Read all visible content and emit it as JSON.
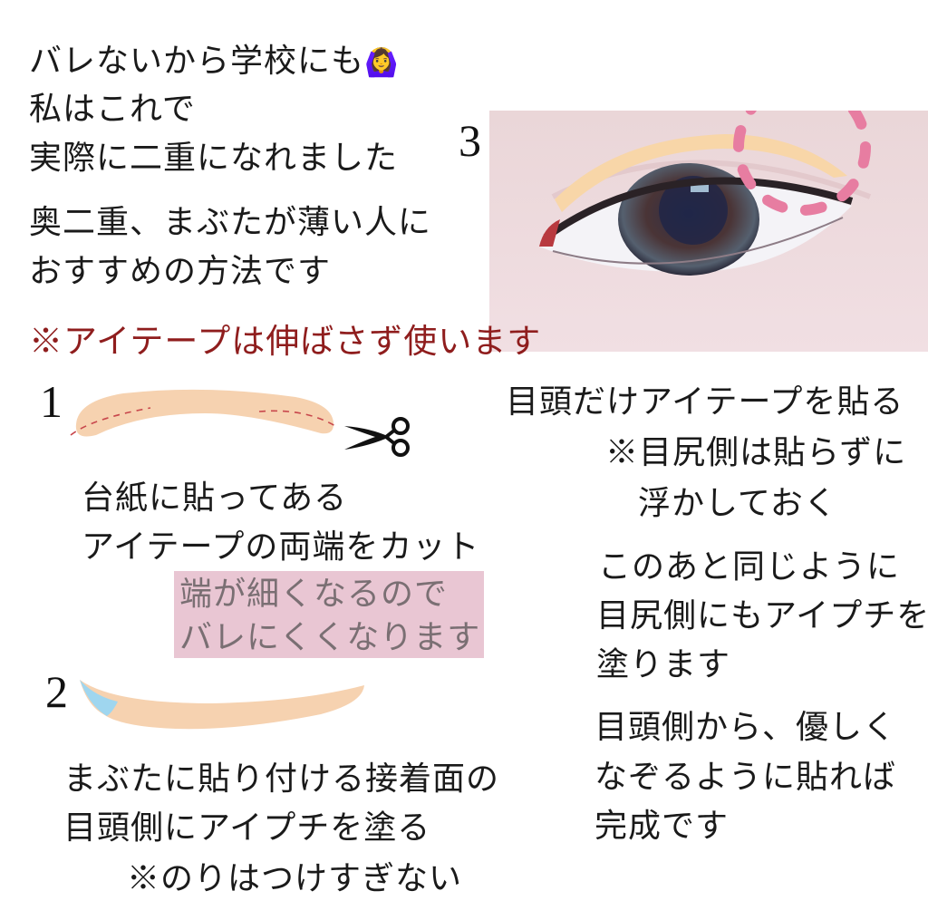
{
  "intro": {
    "lines": [
      "バレないから学校にも",
      "私はこれで",
      "実際に二重になれました"
    ],
    "emoji": "🙆‍♀️",
    "target_lines": [
      "奥二重、まぶたが薄い人に",
      "おすすめの方法です"
    ],
    "warning": "※アイテープは伸ばさず使います"
  },
  "step1": {
    "number": "1",
    "lines": [
      "台紙に貼ってある",
      "アイテープの両端をカット"
    ],
    "note_lines": [
      "端が細くなるので",
      "バレにくくなります"
    ],
    "icon": "scissors-icon"
  },
  "step2": {
    "number": "2",
    "lines": [
      "まぶたに貼り付ける接着面の",
      "目頭側にアイプチを塗る"
    ],
    "note": "※のりはつけすぎない"
  },
  "step3": {
    "number": "3",
    "lines": [
      "目頭だけアイテープを貼る"
    ],
    "note_lines": [
      "※目尻側は貼らずに",
      "浮かしておく"
    ],
    "follow_lines": [
      "このあと同じように",
      "目尻側にもアイプチを",
      "塗ります"
    ],
    "final_lines": [
      "目頭側から、優しく",
      "なぞるように貼れば",
      "完成です"
    ]
  },
  "colors": {
    "warning": "#8f1d1d",
    "tape": "#f6d2b0",
    "glue": "#9fd6ef",
    "highlight_box": "#e9c6d3",
    "dashed_circle": "#e77da1"
  }
}
